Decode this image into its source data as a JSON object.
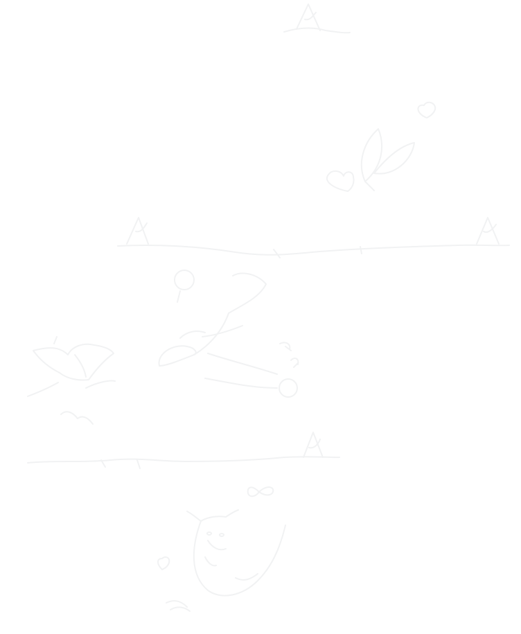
{
  "page": {
    "background_color": "#ffffff",
    "line_color": "#f1f2f3",
    "line_color_strong": "#eceeef"
  },
  "doodles": [
    {
      "name": "house-doodle-top"
    },
    {
      "name": "heart-doodle-upper-right"
    },
    {
      "name": "leaf-doodle-right"
    },
    {
      "name": "heart-doodle-right"
    },
    {
      "name": "ground-line-doodle-middle"
    },
    {
      "name": "house-doodle-middle-left"
    },
    {
      "name": "house-doodle-far-right"
    },
    {
      "name": "sun-doodle-center"
    },
    {
      "name": "branch-doodle-center"
    },
    {
      "name": "bird-doodle-left"
    },
    {
      "name": "flower-doodle-center-right"
    },
    {
      "name": "grass-doodle-left"
    },
    {
      "name": "ground-line-doodle-lower"
    },
    {
      "name": "house-doodle-lower"
    },
    {
      "name": "bow-doodle"
    },
    {
      "name": "cat-doodle"
    },
    {
      "name": "small-heart-doodle-lower-left"
    },
    {
      "name": "grass-doodle-bottom"
    }
  ]
}
